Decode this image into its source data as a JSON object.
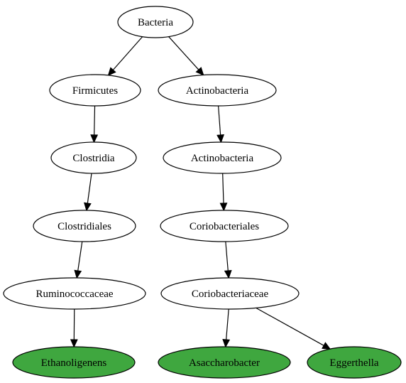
{
  "colors": {
    "background": "#ffffff",
    "default_fill": "#ffffff",
    "highlight_fill": "#3fa73f",
    "stroke": "#000000",
    "text": "#000000"
  },
  "diagram": {
    "type": "taxonomy-tree",
    "nodes": [
      {
        "id": "bacteria",
        "label": "Bacteria",
        "highlighted": false
      },
      {
        "id": "firmicutes",
        "label": "Firmicutes",
        "highlighted": false
      },
      {
        "id": "actinobacteria-phylum",
        "label": "Actinobacteria",
        "highlighted": false
      },
      {
        "id": "clostridia",
        "label": "Clostridia",
        "highlighted": false
      },
      {
        "id": "actinobacteria-class",
        "label": "Actinobacteria",
        "highlighted": false
      },
      {
        "id": "clostridiales",
        "label": "Clostridiales",
        "highlighted": false
      },
      {
        "id": "coriobacteriales",
        "label": "Coriobacteriales",
        "highlighted": false
      },
      {
        "id": "ruminococcaceae",
        "label": "Ruminococcaceae",
        "highlighted": false
      },
      {
        "id": "coriobacteriaceae",
        "label": "Coriobacteriaceae",
        "highlighted": false
      },
      {
        "id": "ethanoligenens",
        "label": "Ethanoligenens",
        "highlighted": true
      },
      {
        "id": "asaccharobacter",
        "label": "Asaccharobacter",
        "highlighted": true
      },
      {
        "id": "eggerthella",
        "label": "Eggerthella",
        "highlighted": true
      }
    ],
    "edges": [
      {
        "from": "bacteria",
        "to": "firmicutes"
      },
      {
        "from": "bacteria",
        "to": "actinobacteria-phylum"
      },
      {
        "from": "firmicutes",
        "to": "clostridia"
      },
      {
        "from": "actinobacteria-phylum",
        "to": "actinobacteria-class"
      },
      {
        "from": "clostridia",
        "to": "clostridiales"
      },
      {
        "from": "actinobacteria-class",
        "to": "coriobacteriales"
      },
      {
        "from": "clostridiales",
        "to": "ruminococcaceae"
      },
      {
        "from": "coriobacteriales",
        "to": "coriobacteriaceae"
      },
      {
        "from": "ruminococcaceae",
        "to": "ethanoligenens"
      },
      {
        "from": "coriobacteriaceae",
        "to": "asaccharobacter"
      },
      {
        "from": "coriobacteriaceae",
        "to": "eggerthella"
      }
    ]
  }
}
